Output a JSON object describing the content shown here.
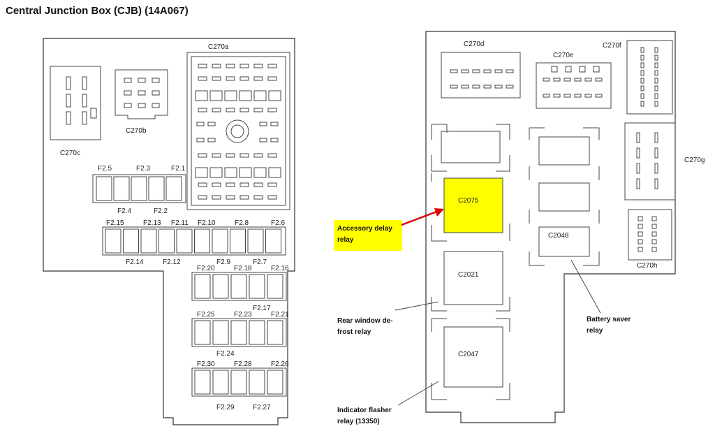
{
  "title": "Central Junction Box (CJB) (14A067)",
  "colors": {
    "highlight": "#ffff00",
    "arrow": "#dd0000",
    "line": "#333333"
  },
  "left_view": {
    "connectors": [
      "C270a",
      "C270b",
      "C270c"
    ],
    "fuses": [
      "F2.5",
      "F2.3",
      "F2.1",
      "F2.4",
      "F2.2",
      "F2.15",
      "F2.13",
      "F2.11",
      "F2.10",
      "F2.8",
      "F2.6",
      "F2.14",
      "F2.12",
      "F2.9",
      "F2.7",
      "F2.20",
      "F2.18",
      "F2.16",
      "F2.17",
      "F2.25",
      "F2.23",
      "F2.21",
      "F2.24",
      "F2.30",
      "F2.28",
      "F2.26",
      "F2.29",
      "F2.27"
    ]
  },
  "right_view": {
    "connectors": [
      "C270d",
      "C270e",
      "C270f",
      "C270g",
      "C270h"
    ],
    "relays": [
      "C2075",
      "C2048",
      "C2021",
      "C2047"
    ],
    "callouts": {
      "accessory_line1": "Accessory delay",
      "accessory_line2": "relay",
      "rear_line1": "Rear window de-",
      "rear_line2": "frost relay",
      "battery_line1": "Battery saver",
      "battery_line2": "relay",
      "indicator_line1": "Indicator flasher",
      "indicator_line2": "relay (13350)"
    }
  }
}
